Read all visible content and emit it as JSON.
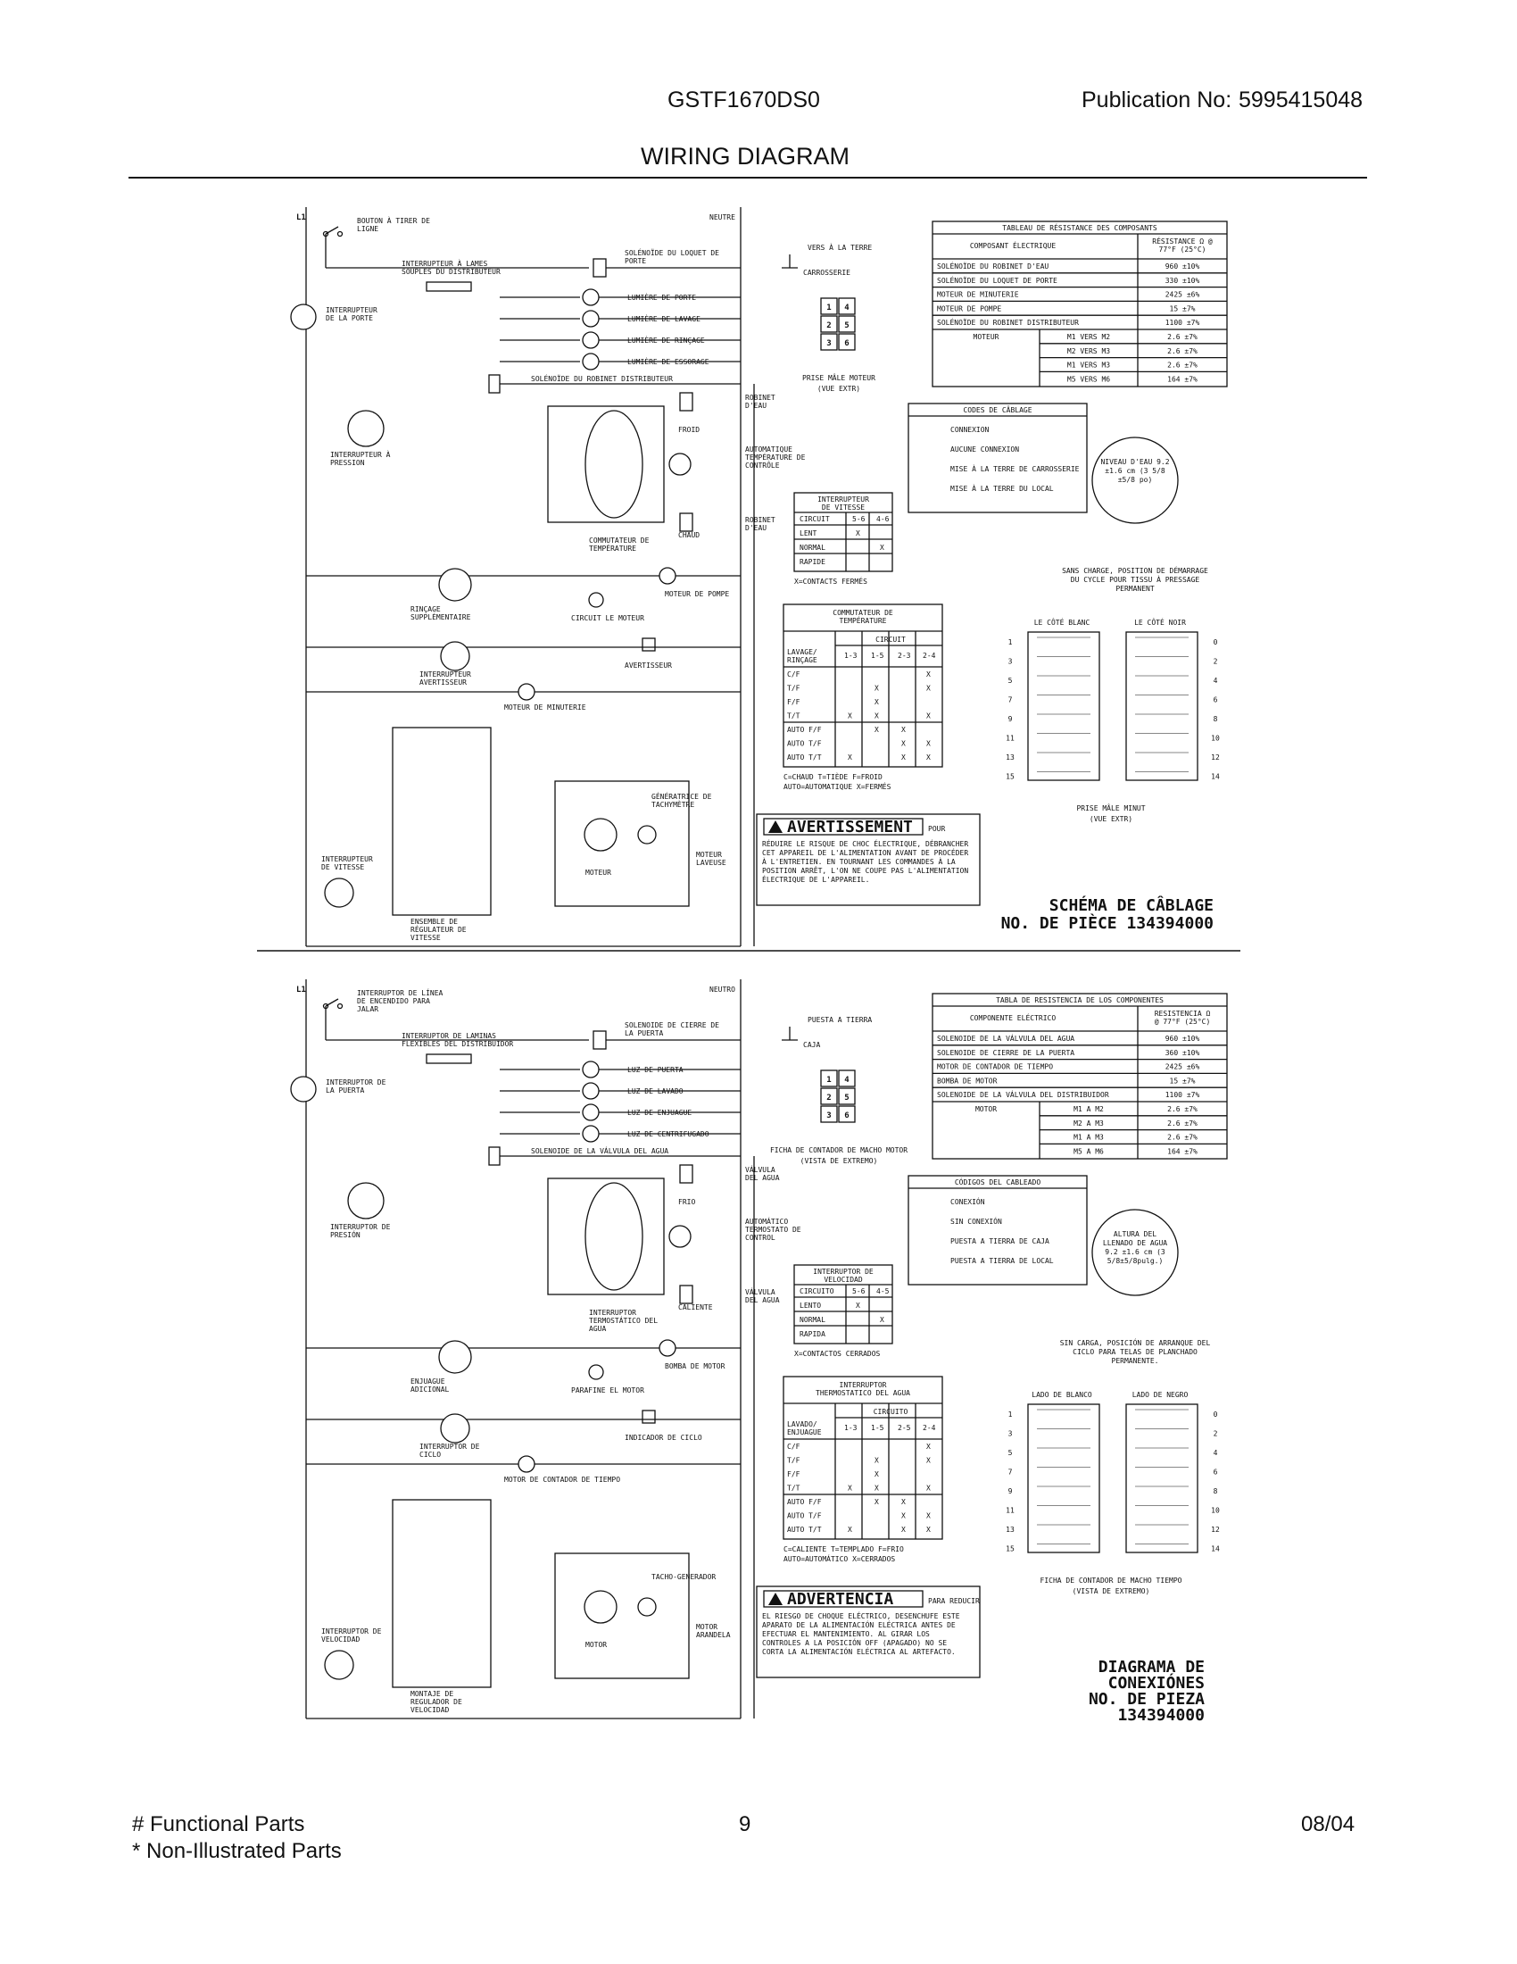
{
  "header": {
    "model": "GSTF1670DS0",
    "publication_label": "Publication No:",
    "publication_number": "5995415048",
    "title": "WIRING DIAGRAM"
  },
  "footer": {
    "functional_parts": "# Functional Parts",
    "non_illustrated_parts": "* Non-Illustrated Parts",
    "page_number": "9",
    "date": "08/04"
  },
  "french": {
    "line_label": "L1",
    "neutral_label": "NEUTRE",
    "ground_label": "VERS À LA TERRE",
    "chassis_label": "CARROSSERIE",
    "labels": {
      "pull_button": "BOUTON À TIRER DE LIGNE",
      "door_interrupter": "INTERRUPTEUR DE LA PORTE",
      "pressure_switch": "INTERRUPTEUR À PRESSION",
      "blade_switch": "INTERRUPTEUR À LAMES SOUPLES DU DISTRIBUTEUR",
      "door_lock_solenoid": "SOLÉNOÏDE DU LOQUET DE PORTE",
      "door_light": "LUMIÈRE DE PORTE",
      "wash_light": "LUMIÈRE DE LAVAGE",
      "rinse_light": "LUMIÈRE DE RINÇAGE",
      "spin_light": "LUMIÈRE DE ESSORAGE",
      "dispenser_valve": "SOLÉNOÏDE DU ROBINET DISTRIBUTEUR",
      "water_valve": "ROBINET D'EAU",
      "temp_switch": "COMMUTATEUR DE TEMPÉRATURE",
      "temp_auto": "AUTOMATIQUE TEMPÉRATURE DE CONTRÔLE",
      "cold": "FROID",
      "hot": "CHAUD",
      "pump_motor": "MOTEUR DE POMPE",
      "extra_rinse": "RINÇAGE SUPPLÉMENTAIRE",
      "motor_start": "CIRCUIT LE MOTEUR",
      "buzzer_switch": "INTERRUPTEUR AVERTISSEUR",
      "buzzer": "AVERTISSEUR",
      "timer_motor": "MOTEUR DE MINUTERIE",
      "speed_switch": "INTERRUPTEUR DE VITESSE",
      "speed_control": "ENSEMBLE DE RÉGULATEUR DE VITESSE",
      "tachometer": "GÉNÉRATRICE DE TACHYMÈTRE",
      "motor": "MOTEUR",
      "washer_motor": "MOTEUR LAVEUSE"
    },
    "plug_title": "PRISE MÂLE MOTEUR",
    "plug_subtitle": "(VUE EXTR)",
    "resistance_table": {
      "title": "TABLEAU DE RÉSISTANCE DES COMPOSANTS",
      "col1": "COMPOSANT ÉLECTRIQUE",
      "col2": "RÉSISTANCE Ω @ 77°F (25°C)",
      "rows": [
        [
          "SOLÉNOÏDE DU ROBINET D'EAU",
          "",
          "960 ±10%"
        ],
        [
          "SOLÉNOÏDE DU LOQUET DE PORTE",
          "",
          "330 ±10%"
        ],
        [
          "MOTEUR DE MINUTERIE",
          "",
          "2425 ±6%"
        ],
        [
          "MOTEUR DE POMPE",
          "",
          "15 ±7%"
        ],
        [
          "SOLÉNOÏDE DU ROBINET DISTRIBUTEUR",
          "",
          "1100 ±7%"
        ],
        [
          "MOTEUR",
          "M1 VERS M2",
          "2.6 ±7%"
        ],
        [
          "",
          "M2 VERS M3",
          "2.6 ±7%"
        ],
        [
          "",
          "M1 VERS M3",
          "2.6 ±7%"
        ],
        [
          "",
          "M5 VERS M6",
          "164 ±7%"
        ]
      ]
    },
    "codes": {
      "title": "CODES DE CÂBLAGE",
      "items": [
        "CONNEXION",
        "AUCUNE CONNEXION",
        "MISE À LA TERRE DE CARROSSERIE",
        "MISE À LA TERRE DU LOCAL"
      ]
    },
    "water_level": {
      "label": "NIVEAU D'EAU 9.2 ±1.6 cm (3 5/8 ±5/8 po)",
      "caption": "SANS CHARGE, POSITION DE DÉMARRAGE DU CYCLE POUR TISSU À PRESSAGE PERMANENT"
    },
    "speed_table": {
      "title": "INTERRUPTEUR DE VITESSE",
      "header": [
        "CIRCUIT",
        "5-6",
        "4-6"
      ],
      "rows": [
        [
          "LENT",
          "X",
          ""
        ],
        [
          "NORMAL",
          "",
          "X"
        ],
        [
          "RAPIDE",
          "",
          ""
        ]
      ],
      "note": "X=CONTACTS FERMÉS"
    },
    "temp_table": {
      "title": "COMMUTATEUR DE TEMPÉRATURE",
      "circuit": "CIRCUIT",
      "header": [
        "LAVAGE/ RINÇAGE",
        "1-3",
        "1-5",
        "2-3",
        "2-4"
      ],
      "rows": [
        [
          "C/F",
          "",
          "",
          "",
          "X"
        ],
        [
          "T/F",
          "",
          "X",
          "",
          "X"
        ],
        [
          "F/F",
          "",
          "X",
          "",
          ""
        ],
        [
          "T/T",
          "X",
          "X",
          "",
          "X"
        ],
        [
          "AUTO F/F",
          "",
          "X",
          "X",
          ""
        ],
        [
          "AUTO T/F",
          "",
          "",
          "X",
          "X"
        ],
        [
          "AUTO T/T",
          "X",
          "",
          "X",
          "X"
        ]
      ],
      "note1": "C=CHAUD   T=TIÈDE   F=FROID",
      "note2": "AUTO=AUTOMATIQUE   X=FERMÉS"
    },
    "timer_plug": {
      "left": "LE CÔTÉ BLANC",
      "right": "LE CÔTÉ NOIR",
      "caption1": "PRISE MÂLE MINUT",
      "caption2": "(VUE EXTR)"
    },
    "warning": {
      "badge": "AVERTISSEMENT",
      "lead": "POUR",
      "text": "RÉDUIRE LE RISQUE DE CHOC ÉLECTRIQUE, DÉBRANCHER CET APPAREIL DE L'ALIMENTATION AVANT DE PROCÉDER À L'ENTRETIEN. EN TOURNANT LES COMMANDES À LA POSITION ARRÊT, L'ON NE COUPE PAS L'ALIMENTATION ÉLECTRIQUE DE L'APPAREIL."
    },
    "schema": {
      "line1": "SCHÉMA DE CÂBLAGE",
      "line2": "NO. DE PIÈCE 134394000"
    }
  },
  "spanish": {
    "line_label": "L1",
    "neutral_label": "NEUTRO",
    "ground_label": "PUESTA A TIERRA",
    "chassis_label": "CAJA",
    "labels": {
      "pull_button": "INTERRUPTOR DE LÍNEA DE ENCENDIDO PARA JALAR",
      "door_interrupter": "INTERRUPTOR DE LA PUERTA",
      "pressure_switch": "INTERRUPTOR DE PRESIÓN",
      "blade_switch": "INTERRUPTOR DE LAMINAS FLEXIBLES DEL DISTRIBUIDOR",
      "door_lock_solenoid": "SOLENOIDE DE CIERRE DE LA PUERTA",
      "door_light": "LUZ DE PUERTA",
      "wash_light": "LUZ DE LAVADO",
      "rinse_light": "LUZ DE ENJUAGUE",
      "spin_light": "LUZ DE CENTRIFUGADO",
      "dispenser_valve": "SOLENOIDE DE LA VÁLVULA DEL AGUA",
      "water_valve": "VÁLVULA DEL AGUA",
      "temp_switch": "INTERRUPTOR TERMOSTÁTICO DEL AGUA",
      "temp_auto": "AUTOMÁTICO TERMOSTATO DE CONTROL",
      "cold": "FRIO",
      "hot": "CALIENTE",
      "pump_motor": "BOMBA DE MOTOR",
      "extra_rinse": "ENJUAGUE ADICIONAL",
      "motor_start": "PARAFINE EL MOTOR",
      "buzzer_switch": "INTERRUPTOR DE CICLO",
      "buzzer": "INDICADOR DE CICLO",
      "timer_motor": "MOTOR DE CONTADOR DE TIEMPO",
      "speed_switch": "INTERRUPTOR DE VELOCIDAD",
      "speed_control": "MONTAJE DE REGULADOR DE VELOCIDAD",
      "tachometer": "TACHO-GENERADOR",
      "motor": "MOTOR",
      "washer_motor": "MOTOR ARANDELA"
    },
    "plug_title": "FICHA DE CONTADOR DE MACHO MOTOR",
    "plug_subtitle": "(VISTA DE EXTREMO)",
    "resistance_table": {
      "title": "TABLA DE RESISTENCIA DE LOS COMPONENTES",
      "col1": "COMPONENTE ELÉCTRICO",
      "col2": "RESISTENCIA Ω @ 77°F (25°C)",
      "rows": [
        [
          "SOLENOIDE DE LA VÁLVULA DEL AGUA",
          "",
          "960 ±10%"
        ],
        [
          "SOLENOIDE DE CIERRE DE LA PUERTA",
          "",
          "360 ±10%"
        ],
        [
          "MOTOR DE CONTADOR DE TIEMPO",
          "",
          "2425 ±6%"
        ],
        [
          "BOMBA DE MOTOR",
          "",
          "15 ±7%"
        ],
        [
          "SOLENOIDE DE LA VÁLVULA DEL DISTRIBUIDOR",
          "",
          "1100 ±7%"
        ],
        [
          "MOTOR",
          "M1 A M2",
          "2.6 ±7%"
        ],
        [
          "",
          "M2 A M3",
          "2.6 ±7%"
        ],
        [
          "",
          "M1 A M3",
          "2.6 ±7%"
        ],
        [
          "",
          "M5 A M6",
          "164 ±7%"
        ]
      ]
    },
    "codes": {
      "title": "CÓDIGOS DEL CABLEADO",
      "items": [
        "CONEXIÓN",
        "SIN CONEXIÓN",
        "PUESTA A TIERRA DE CAJA",
        "PUESTA A TIERRA DE LOCAL"
      ]
    },
    "water_level": {
      "label": "ALTURA DEL LLENADO DE AGUA 9.2 ±1.6 cm (3 5/8±5/8pulg.)",
      "caption": "SIN CARGA, POSICIÓN DE ARRANQUE DEL CICLO PARA TELAS DE PLANCHADO PERMANENTE."
    },
    "speed_table": {
      "title": "INTERRUPTOR DE VELOCIDAD",
      "header": [
        "CIRCUITO",
        "5-6",
        "4-5"
      ],
      "rows": [
        [
          "LENTO",
          "X",
          ""
        ],
        [
          "NORMAL",
          "",
          "X"
        ],
        [
          "RAPIDA",
          "",
          ""
        ]
      ],
      "note": "X=CONTACTOS CERRADOS"
    },
    "temp_table": {
      "title": "INTERRUPTOR THERMOSTATICO DEL AGUA",
      "circuit": "CIRCUITO",
      "header": [
        "LAVADO/ ENJUAGUE",
        "1-3",
        "1-5",
        "2-5",
        "2-4"
      ],
      "rows": [
        [
          "C/F",
          "",
          "",
          "",
          "X"
        ],
        [
          "T/F",
          "",
          "X",
          "",
          "X"
        ],
        [
          "F/F",
          "",
          "X",
          "",
          ""
        ],
        [
          "T/T",
          "X",
          "X",
          "",
          "X"
        ],
        [
          "AUTO F/F",
          "",
          "X",
          "X",
          ""
        ],
        [
          "AUTO T/F",
          "",
          "",
          "X",
          "X"
        ],
        [
          "AUTO T/T",
          "X",
          "",
          "X",
          "X"
        ]
      ],
      "note1": "C=CALIENTE   T=TEMPLADO   F=FRIO",
      "note2": "AUTO=AUTOMÁTICO   X=CERRADOS"
    },
    "timer_plug": {
      "left": "LADO DE BLANCO",
      "right": "LADO DE NEGRO",
      "caption1": "FICHA DE CONTADOR DE MACHO TIEMPO",
      "caption2": "(VISTA DE EXTREMO)"
    },
    "warning": {
      "badge": "ADVERTENCIA",
      "lead": "PARA REDUCIR",
      "text": "EL RIESGO DE CHOQUE ELÉCTRICO, DESENCHUFE ESTE APARATO DE LA ALIMENTACIÓN ELÉCTRICA ANTES DE EFECTUAR EL MANTENIMIENTO. AL GIRAR LOS CONTROLES A LA POSICIÓN OFF (APAGADO) NO SE CORTA LA ALIMENTACIÓN ELÉCTRICA AL ARTEFACTO."
    },
    "schema": {
      "line1": "DIAGRAMA DE",
      "line2": "CONEXIÓNES",
      "line3": "NO. DE PIEZA",
      "line4": "134394000"
    }
  }
}
